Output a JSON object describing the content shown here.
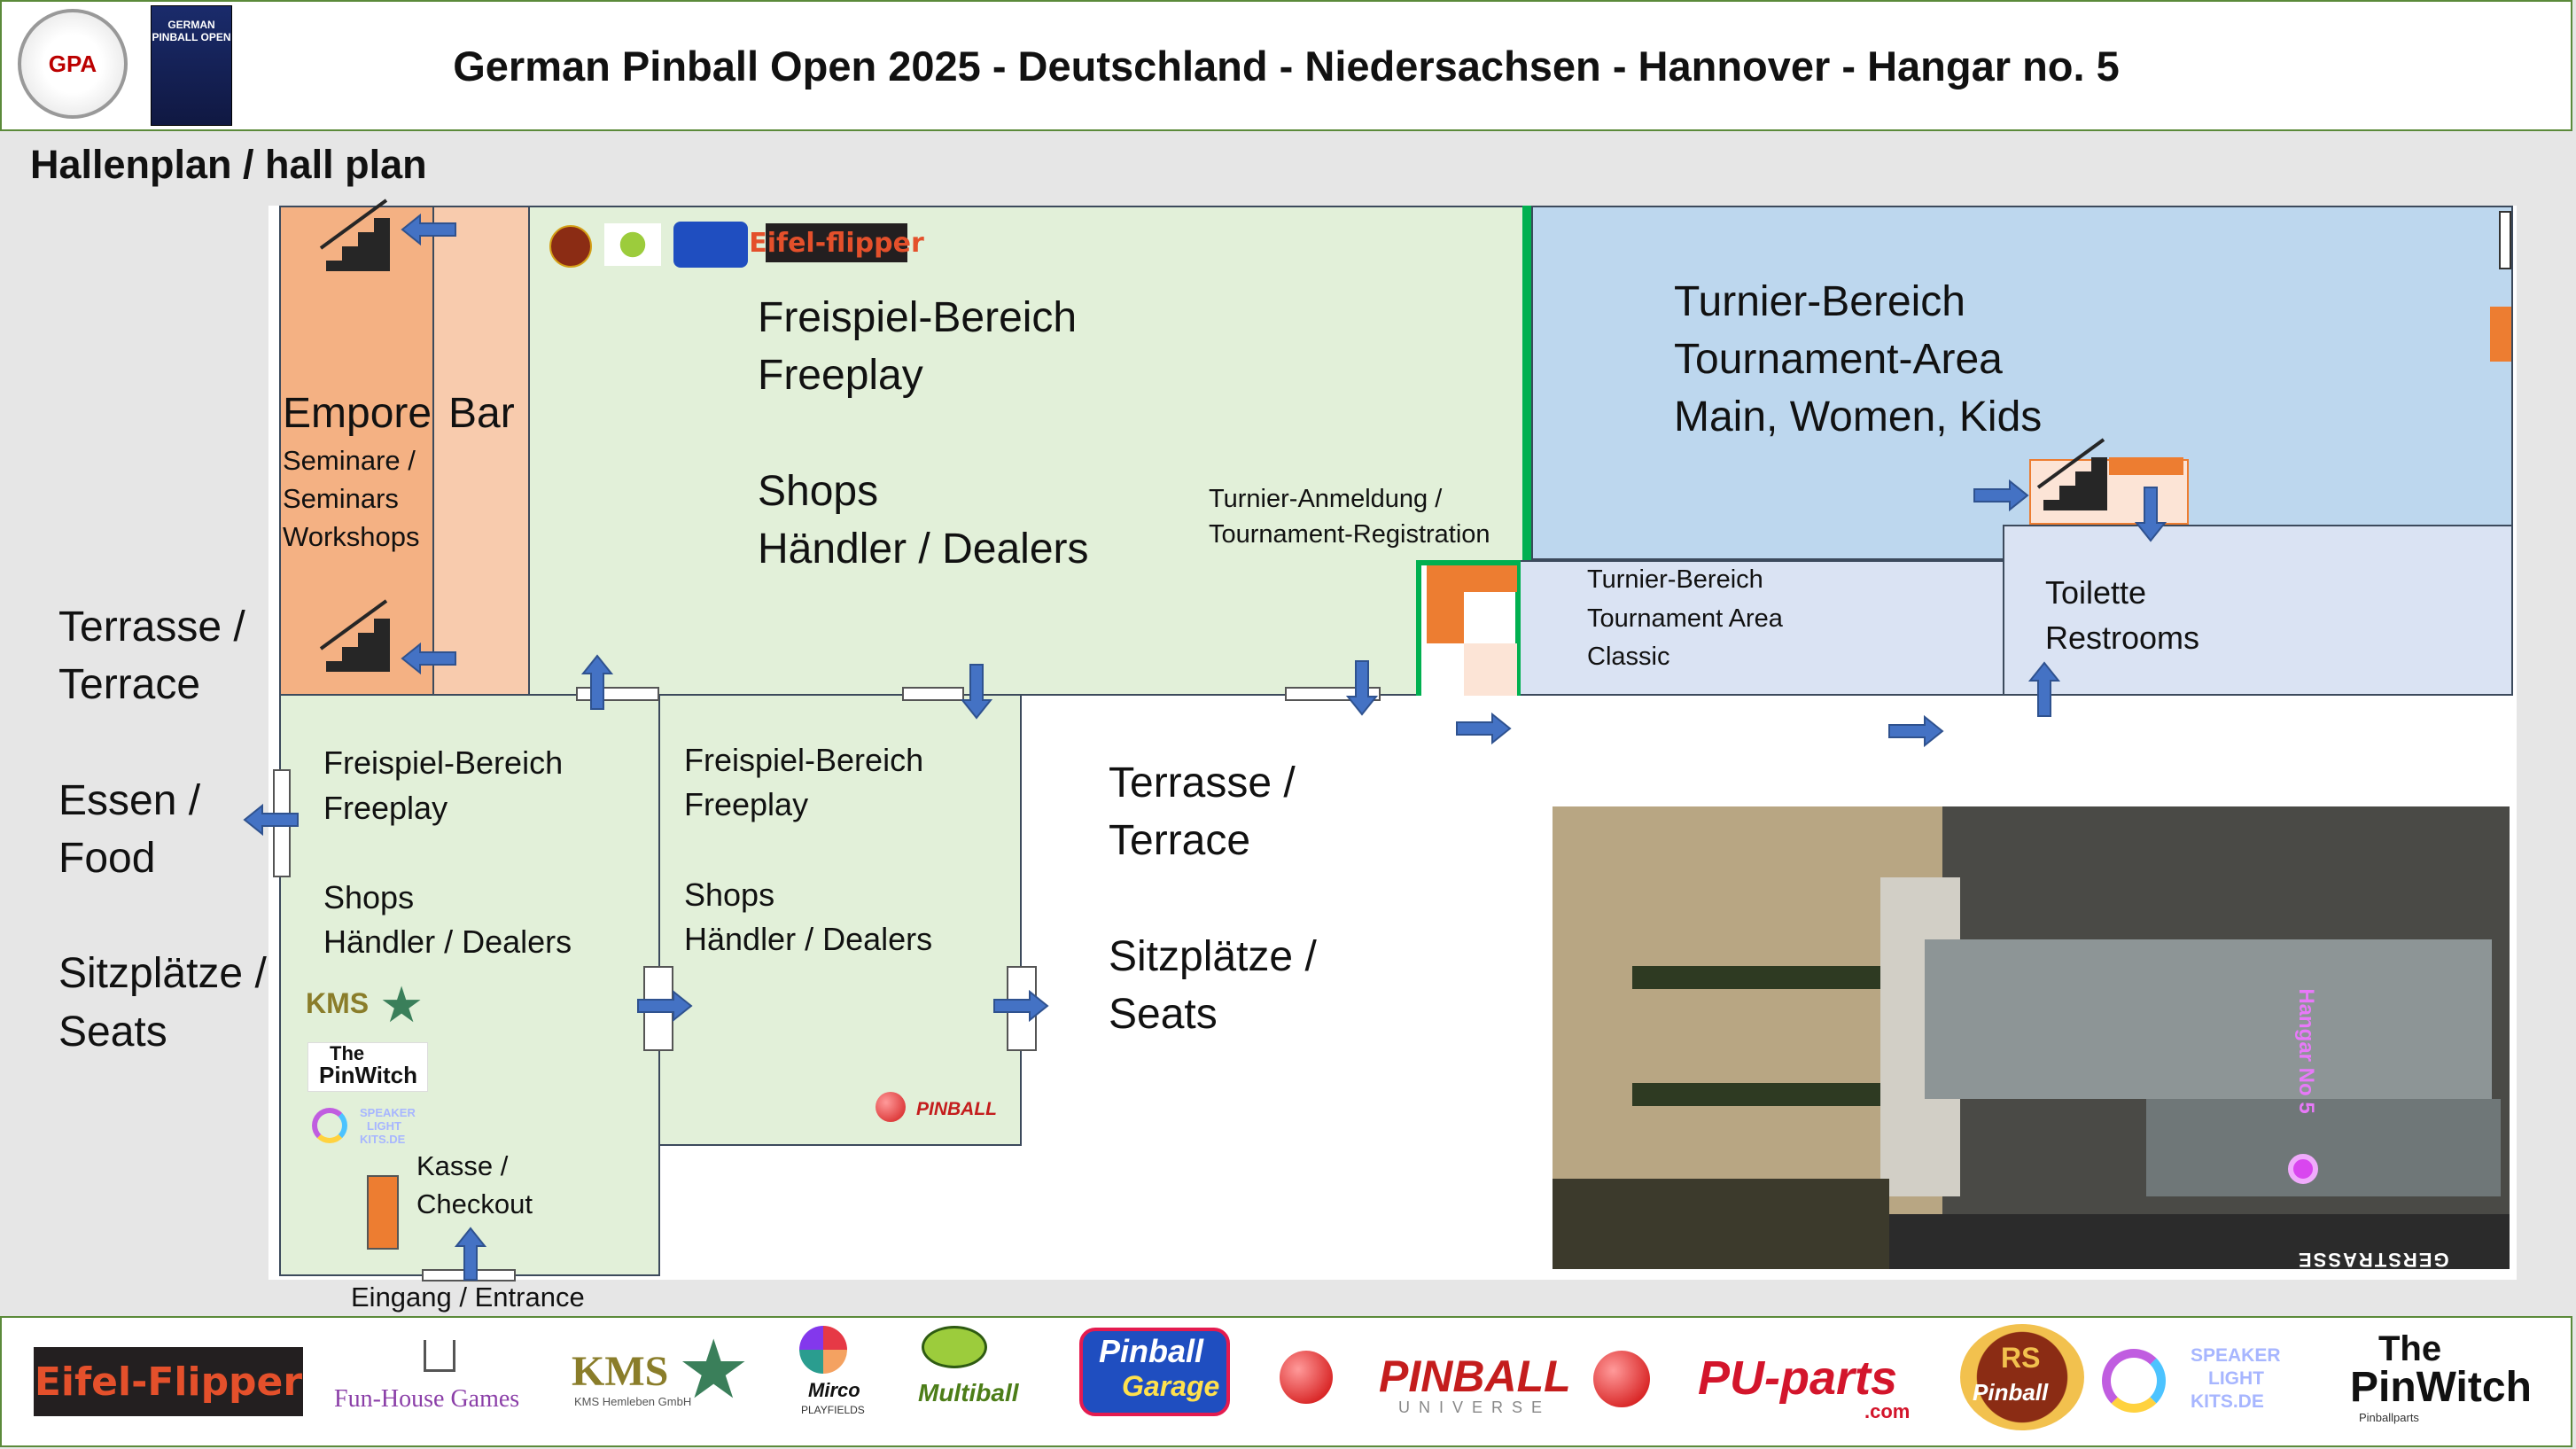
{
  "header": {
    "title": "German Pinball Open 2025 - Deutschland - Niedersachsen - Hannover - Hangar no. 5",
    "gpa_logo_text": "GPA",
    "poster_text": "GERMAN PINBALL OPEN"
  },
  "plan_title": "Hallenplan / hall plan",
  "rooms": {
    "empore": {
      "title": "Empore",
      "line1": "Seminare /",
      "line2": "Seminars",
      "line3": "Workshops"
    },
    "bar": {
      "title": "Bar"
    },
    "freeplay_main": {
      "line1": "Freispiel-Bereich",
      "line2": "Freeplay",
      "line3": "Shops",
      "line4": "Händler / Dealers"
    },
    "registration": {
      "line1": "Turnier-Anmeldung /",
      "line2": "Tournament-Registration"
    },
    "tournament_main": {
      "line1": "Turnier-Bereich",
      "line2": "Tournament-Area",
      "line3": "Main, Women, Kids"
    },
    "tournament_classic": {
      "line1": "Turnier-Bereich",
      "line2": "Tournament Area",
      "line3": "Classic"
    },
    "restrooms": {
      "line1": "Toilette",
      "line2": "Restrooms"
    },
    "freeplay_left": {
      "line1": "Freispiel-Bereich",
      "line2": "Freeplay",
      "line3": "Shops",
      "line4": "Händler / Dealers"
    },
    "freeplay_mid": {
      "line1": "Freispiel-Bereich",
      "line2": "Freeplay",
      "line3": "Shops",
      "line4": "Händler / Dealers"
    },
    "checkout": {
      "line1": "Kasse /",
      "line2": "Checkout"
    }
  },
  "outside": {
    "terrace_left": {
      "line1": "Terrasse /",
      "line2": "Terrace"
    },
    "food": {
      "line1": "Essen /",
      "line2": "Food"
    },
    "seats_left": {
      "line1": "Sitzplätze /",
      "line2": "Seats"
    },
    "terrace_right": {
      "line1": "Terrasse /",
      "line2": "Terrace"
    },
    "seats_right": {
      "line1": "Sitzplätze /",
      "line2": "Seats"
    },
    "entrance": "Eingang / Entrance"
  },
  "aerial": {
    "hangar_label": "Hangar No 5",
    "street_label": "GERSTRASSE"
  },
  "room_logos": {
    "eifel": "Eifel-flipper",
    "kms": "KMS",
    "pinwitch_line1": "The",
    "pinwitch_line2": "PinWitch",
    "speaker_line1": "SPEAKER",
    "speaker_line2": "LIGHT",
    "speaker_line3": "KITS.DE",
    "pinball_universe": "PINBALL"
  },
  "sponsors": {
    "eifel": "Eifel-Flipper",
    "funhouse": "Fun-House Games",
    "kms": "KMS",
    "kms_sub": "KMS Hemleben GmbH",
    "mirco": "Mirco",
    "mirco_sub": "PLAYFIELDS",
    "multiball": "Multiball",
    "garage_line1": "Pinball",
    "garage_line2": "Garage",
    "pinball_universe": "PINBALL",
    "pinball_universe_sub": "UNIVERSE",
    "puparts": "PU-parts",
    "puparts_sub": ".com",
    "rs_line1": "RS",
    "rs_line2": "Pinball",
    "speaker_line1": "SPEAKER",
    "speaker_line2": "LIGHT",
    "speaker_line3": "KITS.DE",
    "pinwitch_line1": "The",
    "pinwitch_line2": "PinWitch",
    "pinwitch_sub": "Pinballparts"
  },
  "colors": {
    "orange": "#f4b183",
    "light_orange": "#f8cbad",
    "green_room": "#e2f0d9",
    "blue_room": "#bdd7ee",
    "light_blue": "#dae3f3",
    "green_line": "#00b050",
    "arrow": "#4472c4"
  }
}
